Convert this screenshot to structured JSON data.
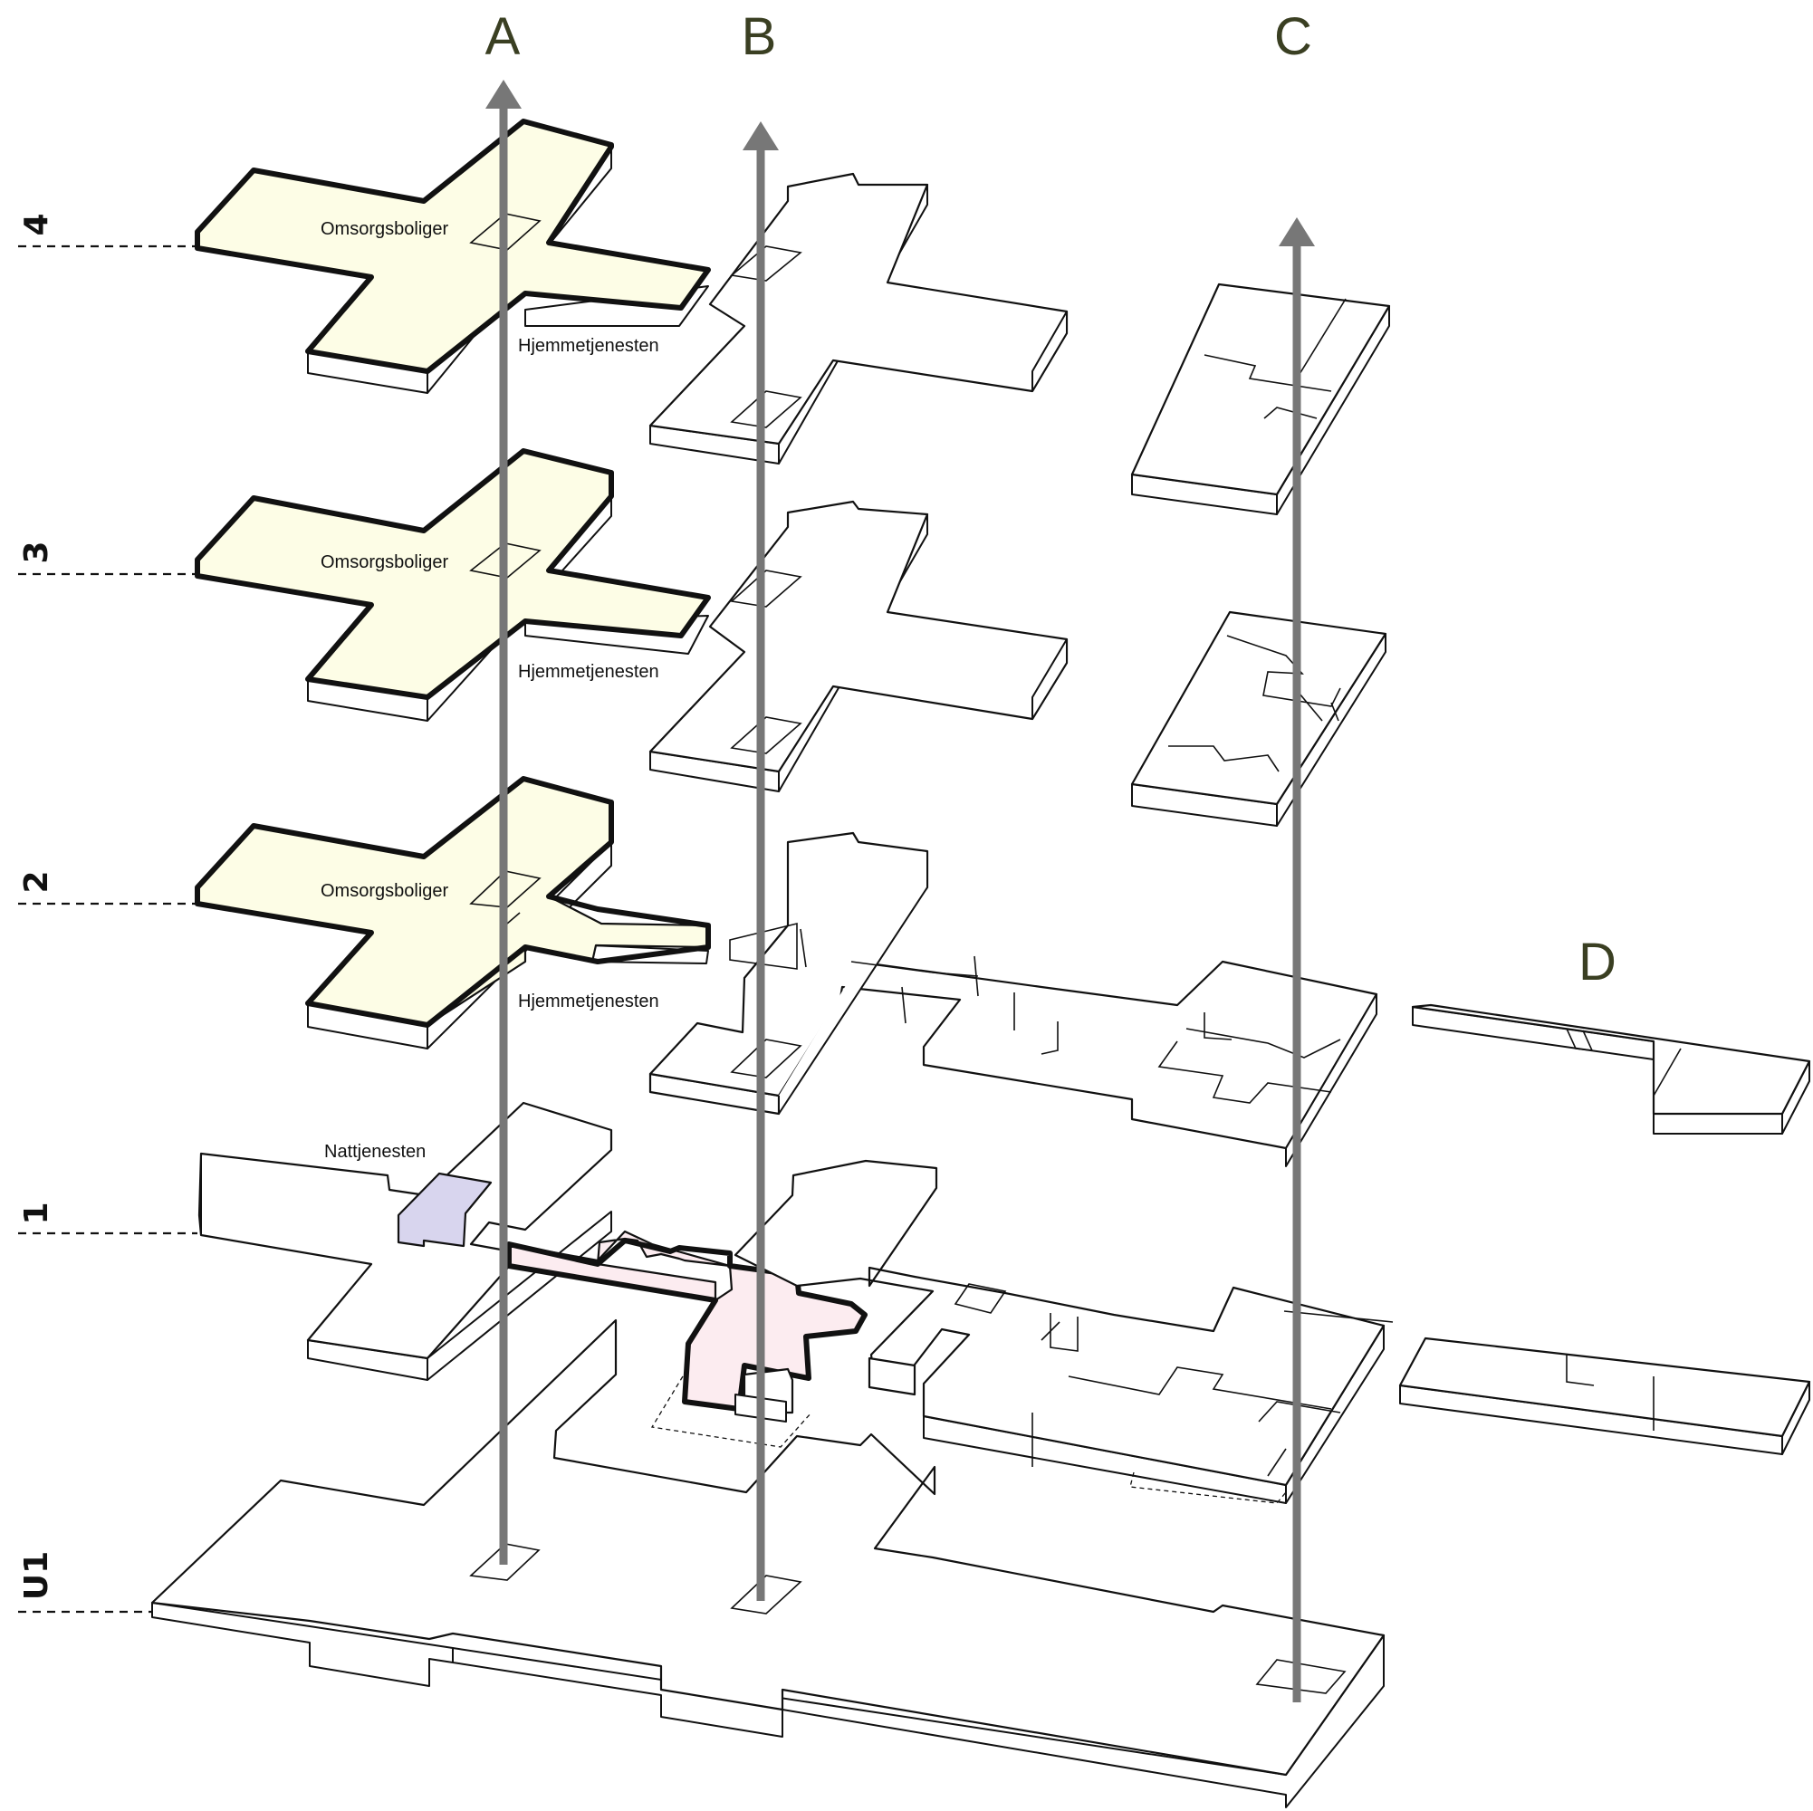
{
  "cores": [
    "A",
    "B",
    "C",
    "D"
  ],
  "levels": [
    "4",
    "3",
    "2",
    "1",
    "U1"
  ],
  "labels": {
    "omsorg_4": "Omsorgsboliger",
    "omsorg_3": "Omsorgsboliger",
    "omsorg_2": "Omsorgsboliger",
    "hjemme_4": "Hjemmetjenesten",
    "hjemme_3": "Hjemmetjenesten",
    "hjemme_2": "Hjemmetjenesten",
    "natt_1": "Nattjenesten"
  },
  "colors": {
    "omsorgsboliger": "#fdfde6",
    "nattjenesten": "#d8d5ee",
    "pink_area": "#fcecf0",
    "core_arrow": "#777777",
    "core_label": "#3a3f22"
  }
}
